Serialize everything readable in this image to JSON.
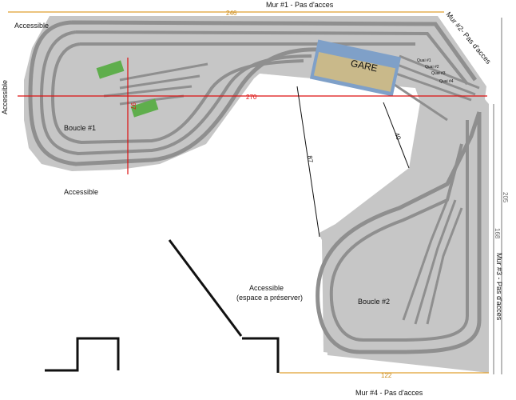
{
  "walls": {
    "wall1": "Mur #1 - Pas d'acces",
    "wall2": "Mur #2- Pas d'acces",
    "wall3": "Mur #3 - Pas d'acces",
    "wall4": "Mur #4 - Pas d'acces"
  },
  "zones": {
    "accessible": "Accessible",
    "accessible_reserve_1": "Accessible",
    "accessible_reserve_2": "(espace a préserver)"
  },
  "loops": {
    "loop1": "Boucle #1",
    "loop2": "Boucle #2"
  },
  "station": {
    "name": "GARE"
  },
  "quais": [
    "Quai #1",
    "Quai #2",
    "Quai #3",
    "Quai #4"
  ],
  "dimensions": {
    "top_width": "246",
    "main_width": "270",
    "left_depth": "97",
    "diag_87": "87",
    "diag_40": "40",
    "right_205": "205",
    "right_168": "168",
    "bottom_122": "122"
  },
  "colors": {
    "board": "#c6c6c6",
    "track": "#8f8f8f",
    "dim_orange": "#e0a030",
    "dim_red": "#dd1111",
    "building_green": "#5fae4c"
  }
}
